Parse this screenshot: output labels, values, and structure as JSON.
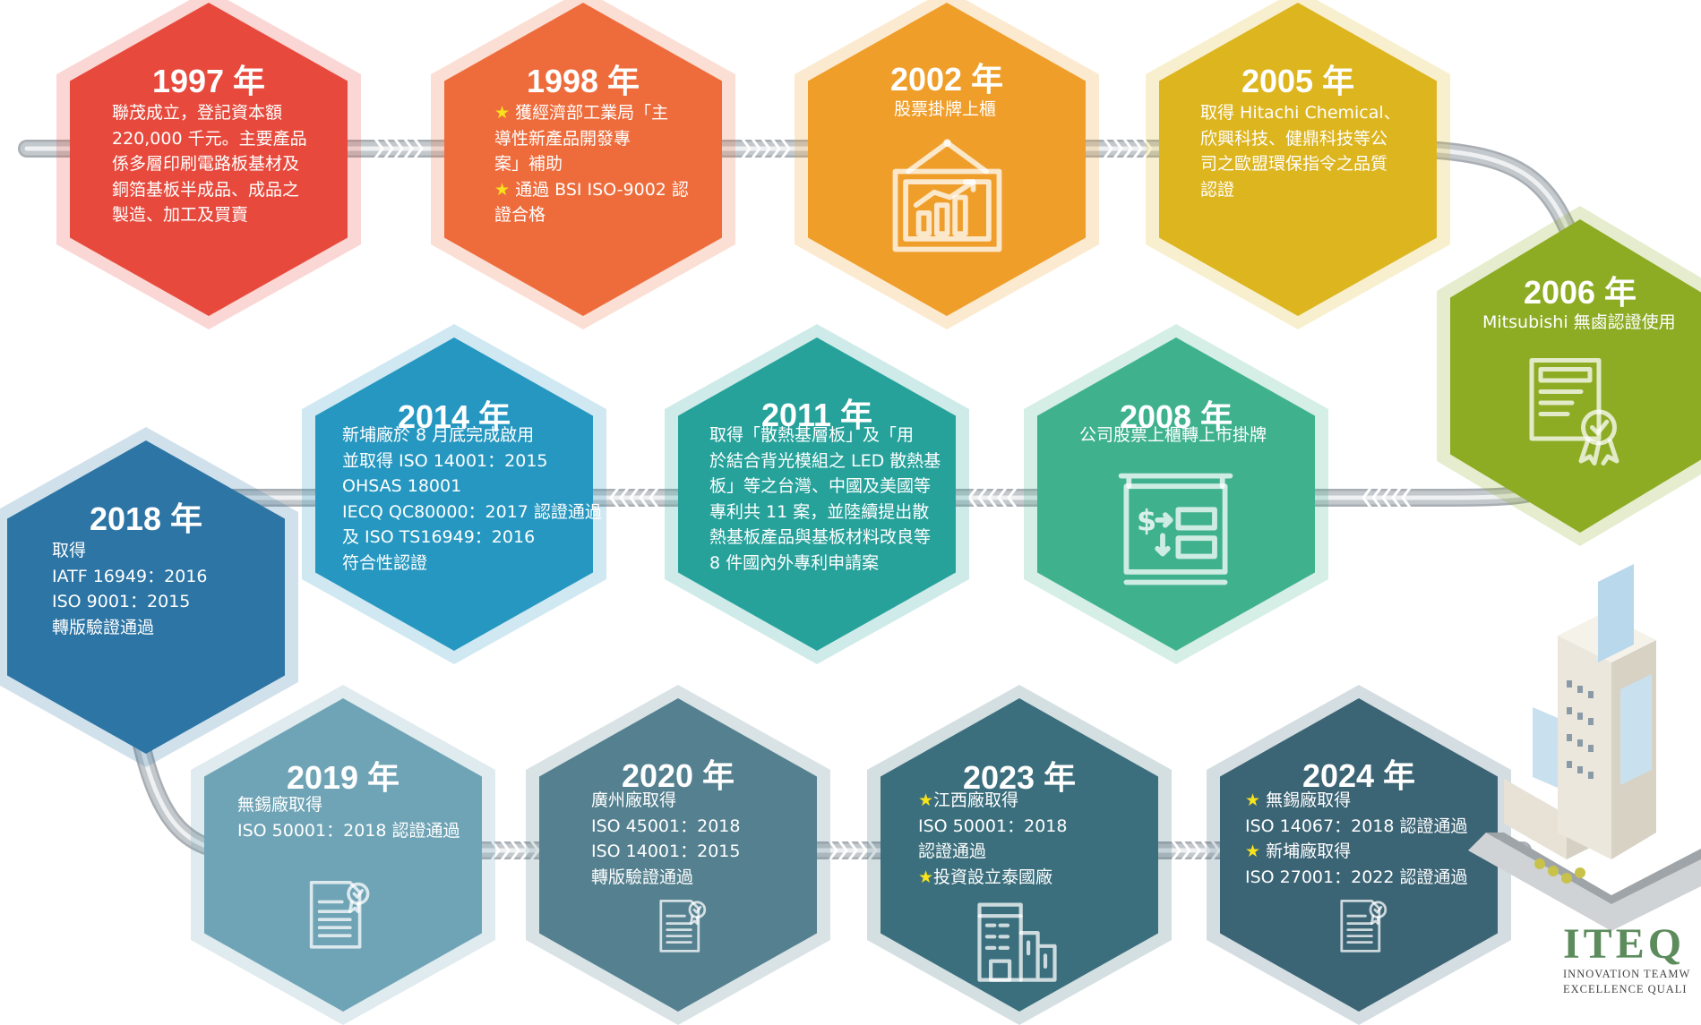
{
  "colors": {
    "pipe": "#c3c8cc",
    "pipe_highlight": "#eef0f2",
    "chevron": "#ffffff",
    "star": "#f7e21b",
    "logo": "#5c8b5c"
  },
  "milestones": [
    {
      "id": "1997",
      "year": "1997 年",
      "color": "#e74a3d",
      "lines": [
        "聯茂成立，登記資本額",
        "220,000 千元。主要產品",
        "係多層印刷電路板基材及",
        "銅箔基板半成品、成品之",
        "製造、加工及買賣"
      ],
      "icon": ""
    },
    {
      "id": "1998",
      "year": "1998 年",
      "color": "#ee6c3c",
      "lines": [
        "★ 獲經濟部工業局「主",
        "導性新產品開發專",
        "案」補助",
        "★ 通過 BSI ISO-9002 認",
        "證合格"
      ],
      "icon": ""
    },
    {
      "id": "2002",
      "year": "2002 年",
      "color": "#f09e2a",
      "lines": [
        "股票掛牌上櫃"
      ],
      "icon": "hanging-stock-chart-icon"
    },
    {
      "id": "2005",
      "year": "2005 年",
      "color": "#ddb51f",
      "lines": [
        "取得 Hitachi Chemical、",
        "欣興科技、健鼎科技等公",
        "司之歐盟環保指令之品質",
        "認證"
      ],
      "icon": ""
    },
    {
      "id": "2006",
      "year": "2006 年",
      "color": "#8dac24",
      "lines": [
        "Mitsubishi 無鹵認證使用"
      ],
      "icon": "certificate-ribbon-icon"
    },
    {
      "id": "2008",
      "year": "2008 年",
      "color": "#3fb28d",
      "lines": [
        "公司股票上櫃轉上市掛牌"
      ],
      "icon": "exchange-board-icon"
    },
    {
      "id": "2011",
      "year": "2011 年",
      "color": "#26a29b",
      "lines": [
        "取得「散熱基層板」及「用",
        "於結合背光模組之 LED 散熱基",
        "板」等之台灣、中國及美國等",
        "專利共 11 案，並陸續提出散",
        "熱基板產品與基板材料改良等",
        "8 件國內外專利申請案"
      ],
      "icon": ""
    },
    {
      "id": "2014",
      "year": "2014 年",
      "color": "#2597c1",
      "lines": [
        "新埔廠於 8 月底完成啟用",
        "並取得 ISO 14001：2015",
        "OHSAS 18001",
        "IECQ QC80000：2017 認證通過",
        "及 ISO TS16949：2016",
        "符合性認證"
      ],
      "icon": ""
    },
    {
      "id": "2018",
      "year": "2018 年",
      "color": "#2c75a5",
      "lines": [
        "取得",
        "IATF 16949：2016",
        "ISO 9001：2015",
        "轉版驗證通過"
      ],
      "icon": ""
    },
    {
      "id": "2019",
      "year": "2019 年",
      "color": "#6fa4b6",
      "lines": [
        "無錫廠取得",
        "ISO 50001：2018 認證通過"
      ],
      "icon": "certificate-document-icon"
    },
    {
      "id": "2020",
      "year": "2020 年",
      "color": "#54808f",
      "lines": [
        "廣州廠取得",
        "ISO 45001：2018",
        "ISO 14001：2015",
        "轉版驗證通過"
      ],
      "icon": "certificate-document-icon"
    },
    {
      "id": "2023",
      "year": "2023 年",
      "color": "#3b6f7d",
      "lines": [
        "★江西廠取得",
        "ISO 50001：2018",
        "認證通過",
        "★投資設立泰國廠"
      ],
      "icon": "factory-building-icon"
    },
    {
      "id": "2024",
      "year": "2024 年",
      "color": "#3b6475",
      "lines": [
        "★ 無錫廠取得",
        "ISO 14067：2018 認證通過",
        "★ 新埔廠取得",
        "ISO 27001：2022 認證通過"
      ],
      "icon": "certificate-document-icon"
    }
  ],
  "logo": {
    "mark": "ITEQ",
    "tagline_1": "INNOVATION   TEAMW",
    "tagline_2": "EXCELLENCE   QUALI"
  }
}
